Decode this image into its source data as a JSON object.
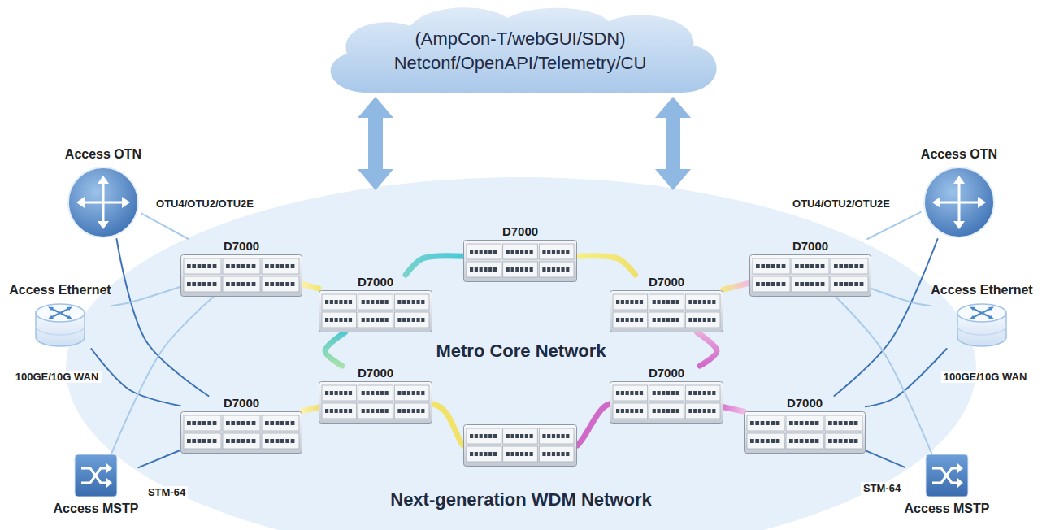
{
  "diagram": {
    "nodes": [
      {
        "text": [
          "(AmpCon-T/webGUI/SDN)",
          "Netconf/OpenAPI/Telemetry/CU"
        ]
      },
      {
        "text": [
          "Access OTN"
        ]
      },
      {
        "text": [
          "Access OTN"
        ]
      },
      {
        "text": [
          "Next-generation WDM Network"
        ]
      },
      {
        "text": [
          "D7000"
        ],
        "in": 3
      },
      {
        "text": [
          "D7000"
        ],
        "in": 3
      },
      {
        "text": [
          "Metro Core Network"
        ],
        "in": 3
      },
      {
        "text": [
          "D7000"
        ],
        "in": 6
      },
      {
        "text": [
          "D7000"
        ],
        "in": 6
      },
      {
        "text": [
          "D7000"
        ],
        "in": 6
      },
      {
        "text": [
          "D7000"
        ],
        "in": 6
      },
      {
        "text": [
          "D7000"
        ],
        "in": 6
      },
      {
        "text": [
          "D7000"
        ],
        "in": 3
      },
      {
        "text": [
          "D7000"
        ],
        "in": 3
      },
      {
        "text": [
          "Access Ethernet"
        ]
      },
      {
        "text": [
          "Access Ethernet"
        ]
      },
      {
        "text": [
          "Access MSTP"
        ]
      },
      {
        "text": [
          "Access MSTP"
        ]
      }
    ],
    "edges": [
      {
        "from": 0,
        "to": 3,
        "arrow": "both"
      },
      {
        "from": 0,
        "to": 3,
        "arrow": "both"
      },
      {
        "from": 7,
        "to": 8,
        "arrow": "none"
      },
      {
        "from": 7,
        "to": 9,
        "arrow": "none"
      },
      {
        "from": 8,
        "to": 10,
        "arrow": "none"
      },
      {
        "from": 9,
        "to": 11,
        "arrow": "none"
      },
      {
        "from": 4,
        "to": 8,
        "arrow": "none"
      },
      {
        "from": 5,
        "to": 9,
        "arrow": "none"
      },
      {
        "from": 12,
        "to": 10,
        "arrow": "none"
      },
      {
        "from": 13,
        "to": 11,
        "arrow": "none"
      },
      {
        "from": 1,
        "to": 4,
        "arrow": "none",
        "label": "OTU4/OTU2/OTU2E"
      },
      {
        "from": 1,
        "to": 12,
        "arrow": "none"
      },
      {
        "from": 14,
        "to": 4,
        "arrow": "none"
      },
      {
        "from": 14,
        "to": 12,
        "arrow": "none",
        "label": "100GE/10G WAN"
      },
      {
        "from": 16,
        "to": 4,
        "arrow": "none"
      },
      {
        "from": 16,
        "to": 12,
        "arrow": "none",
        "label": "STM-64"
      },
      {
        "from": 2,
        "to": 5,
        "arrow": "none",
        "label": "OTU4/OTU2/OTU2E"
      },
      {
        "from": 2,
        "to": 13,
        "arrow": "none"
      },
      {
        "from": 15,
        "to": 5,
        "arrow": "none"
      },
      {
        "from": 15,
        "to": 13,
        "arrow": "none",
        "label": "100GE/10G WAN"
      },
      {
        "from": 17,
        "to": 5,
        "arrow": "none"
      },
      {
        "from": 17,
        "to": 13,
        "arrow": "none",
        "label": "STM-64"
      }
    ]
  }
}
